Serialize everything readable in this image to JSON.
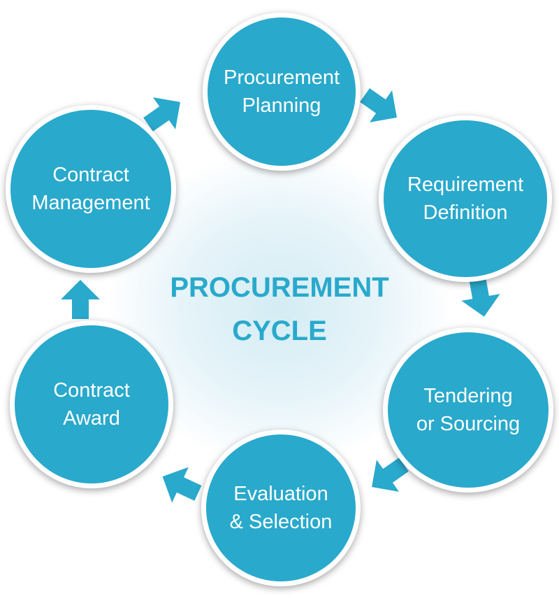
{
  "title": "PROCUREMENT\nCYCLE",
  "accent_color": "#29a9cc",
  "stages": [
    {
      "label": "Procurement\nPlanning"
    },
    {
      "label": "Requirement\nDefinition"
    },
    {
      "label": "Tendering\nor Sourcing"
    },
    {
      "label": "Evaluation\n& Selection"
    },
    {
      "label": "Contract\nAward"
    },
    {
      "label": "Contract\nManagement"
    }
  ]
}
